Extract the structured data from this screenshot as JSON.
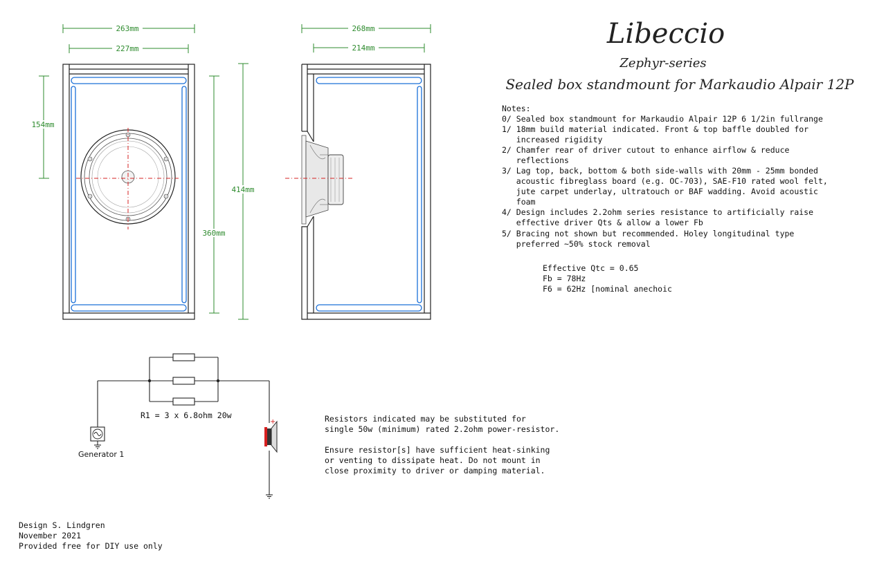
{
  "title": {
    "main": "Libeccio",
    "series": "Zephyr-series",
    "desc": "Sealed box standmount for Markaudio Alpair 12P"
  },
  "dimensions": {
    "front_outer_width": "263mm",
    "front_inner_width": "227mm",
    "side_outer_depth": "268mm",
    "side_inner_depth": "214mm",
    "driver_height": "154mm",
    "inner_height": "360mm",
    "outer_height": "414mm"
  },
  "notes": {
    "heading": "Notes:",
    "lines": [
      "0/ Sealed box standmount for Markaudio Alpair 12P 6 1/2in fullrange",
      "1/ 18mm build material indicated. Front & top baffle doubled for",
      "   increased rigidity",
      "2/ Chamfer rear of driver cutout to enhance airflow & reduce",
      "   reflections",
      "3/ Lag top, back, bottom & both side-walls with 20mm - 25mm bonded",
      "   acoustic fibreglass board (e.g. OC-703), SAE-F10 rated wool felt,",
      "   jute carpet underlay, ultratouch or BAF wadding. Avoid acoustic",
      "   foam",
      "4/ Design includes 2.2ohm series resistance to artificially raise",
      "   effective driver Qts & allow a lower Fb",
      "5/ Bracing not shown but recommended. Holey longitudinal type",
      "   preferred ~50% stock removal"
    ]
  },
  "specs": [
    "Effective Qtc = 0.65",
    "Fb = 78Hz",
    "F6 = 62Hz [nominal anechoic"
  ],
  "circuit": {
    "resistor_label": "R1 = 3 x 6.8ohm 20w",
    "generator_label": "Generator 1"
  },
  "resistor_notes": [
    "Resistors indicated may be substituted for",
    "single 50w (minimum) rated 2.2ohm power-resistor.",
    "",
    "Ensure resistor[s] have sufficient heat-sinking",
    "or venting to dissipate heat. Do not mount in",
    "close proximity to driver or damping material."
  ],
  "credits": [
    "Design S. Lindgren",
    "November 2021",
    "Provided free for DIY use only"
  ],
  "colors": {
    "dimension": "#2e8b2e",
    "lining": "#1a6fd8",
    "centerline": "#d62020"
  }
}
